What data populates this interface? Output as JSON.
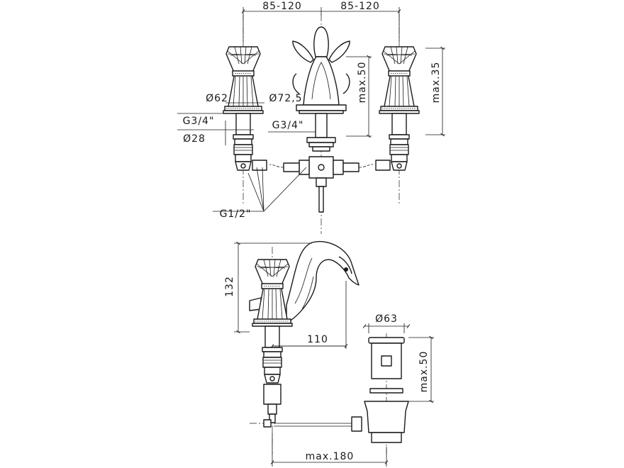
{
  "dimensions": {
    "spacing_left": "85-120",
    "spacing_right": "85-120",
    "handle_diameter": "Ø62",
    "spout_base_diameter": "Ø72,5",
    "thread_left": "G3/4\"",
    "thread_center": "G3/4\"",
    "shank_diameter": "Ø28",
    "spout_height": "max.50",
    "handle_height": "max.35",
    "connection": "G1/2\"",
    "side_height": "132",
    "spout_reach": "110",
    "waste_diameter": "Ø63",
    "waste_height": "max.50",
    "rod_length": "max.180"
  }
}
